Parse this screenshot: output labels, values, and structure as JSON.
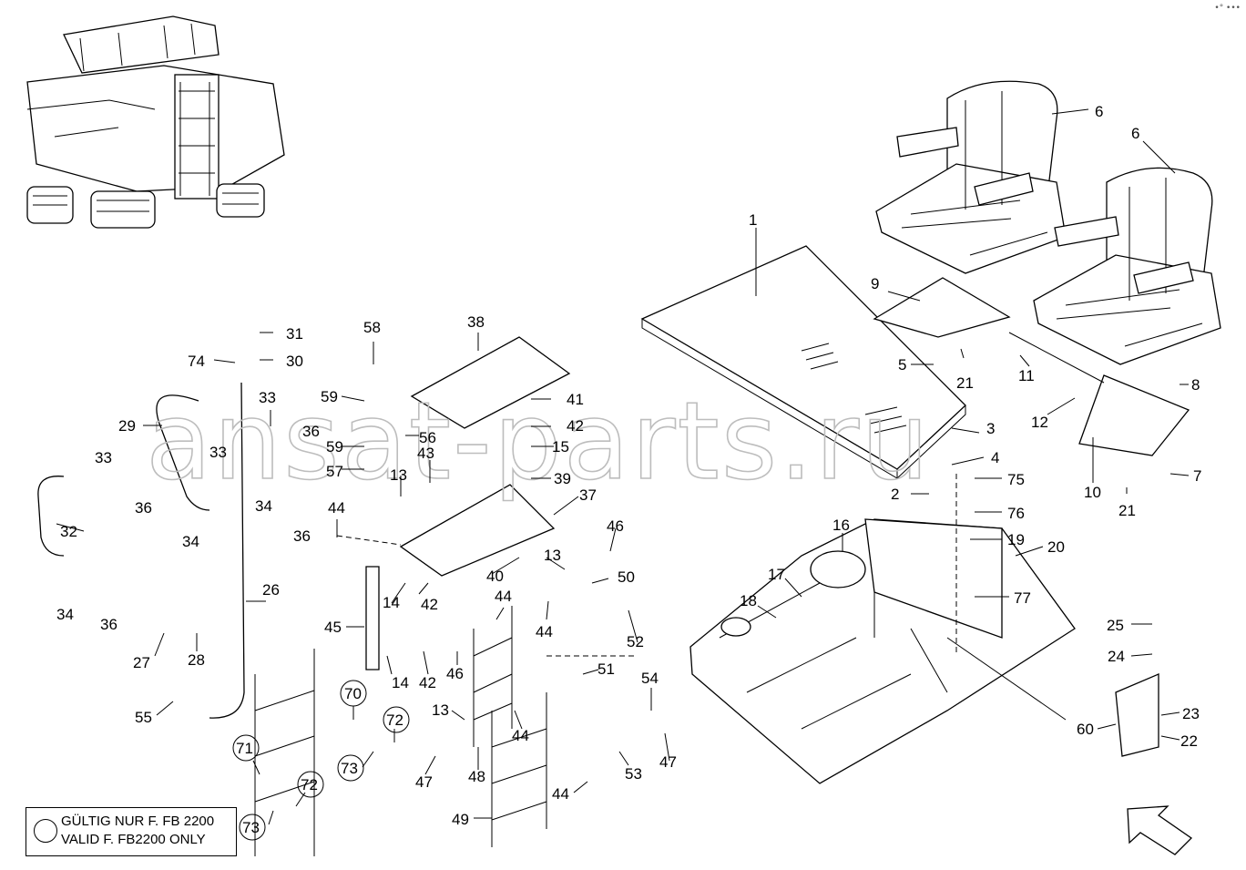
{
  "watermark": "ansat-parts.ru",
  "corner_mark": "•° •••",
  "note": {
    "line1": "GÜLTIG NUR F. FB 2200",
    "line2": "VALID F. FB2200 ONLY"
  },
  "labels": {
    "l1": "1",
    "l2": "2",
    "l3": "3",
    "l4": "4",
    "l5": "5",
    "l6a": "6",
    "l6b": "6",
    "l7": "7",
    "l8": "8",
    "l9": "9",
    "l10": "10",
    "l11": "11",
    "l12": "12",
    "l13a": "13",
    "l13b": "13",
    "l13c": "13",
    "l14a": "14",
    "l14b": "14",
    "l15": "15",
    "l16": "16",
    "l17": "17",
    "l18": "18",
    "l19": "19",
    "l20": "20",
    "l21a": "21",
    "l21b": "21",
    "l22": "22",
    "l23": "23",
    "l24": "24",
    "l25": "25",
    "l26": "26",
    "l27": "27",
    "l28": "28",
    "l29": "29",
    "l30": "30",
    "l31": "31",
    "l32": "32",
    "l33a": "33",
    "l33b": "33",
    "l33c": "33",
    "l34a": "34",
    "l34b": "34",
    "l34c": "34",
    "l36a": "36",
    "l36b": "36",
    "l36c": "36",
    "l36d": "36",
    "l37": "37",
    "l38": "38",
    "l39": "39",
    "l40": "40",
    "l41": "41",
    "l42a": "42",
    "l42b": "42",
    "l42c": "42",
    "l43": "43",
    "l44a": "44",
    "l44b": "44",
    "l44c": "44",
    "l44d": "44",
    "l44e": "44",
    "l45": "45",
    "l46a": "46",
    "l46b": "46",
    "l47a": "47",
    "l47b": "47",
    "l48": "48",
    "l49": "49",
    "l50": "50",
    "l51": "51",
    "l52": "52",
    "l53": "53",
    "l54": "54",
    "l55": "55",
    "l56": "56",
    "l57": "57",
    "l58": "58",
    "l59a": "59",
    "l59b": "59",
    "l60": "60",
    "l70": "70",
    "l71": "71",
    "l72a": "72",
    "l72b": "72",
    "l73a": "73",
    "l73b": "73",
    "l74": "74",
    "l75": "75",
    "l76": "76",
    "l77": "77"
  }
}
